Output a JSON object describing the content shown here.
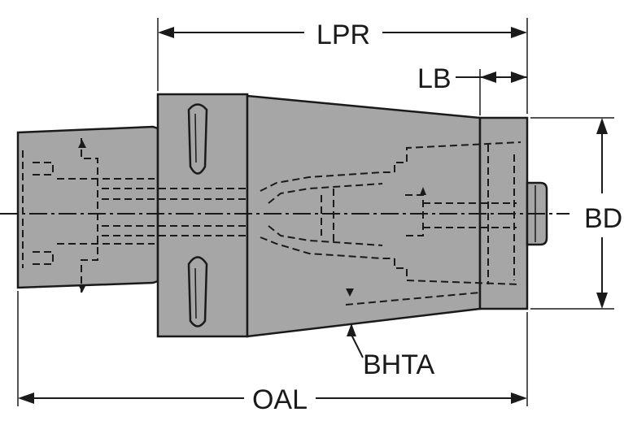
{
  "labels": {
    "lpr": "LPR",
    "lb": "LB",
    "bd": "BD",
    "bhta": "BHTA",
    "oal": "OAL"
  },
  "colors": {
    "body_fill": "#a6a6a6",
    "line": "#1a1a1a",
    "background": "#ffffff"
  }
}
